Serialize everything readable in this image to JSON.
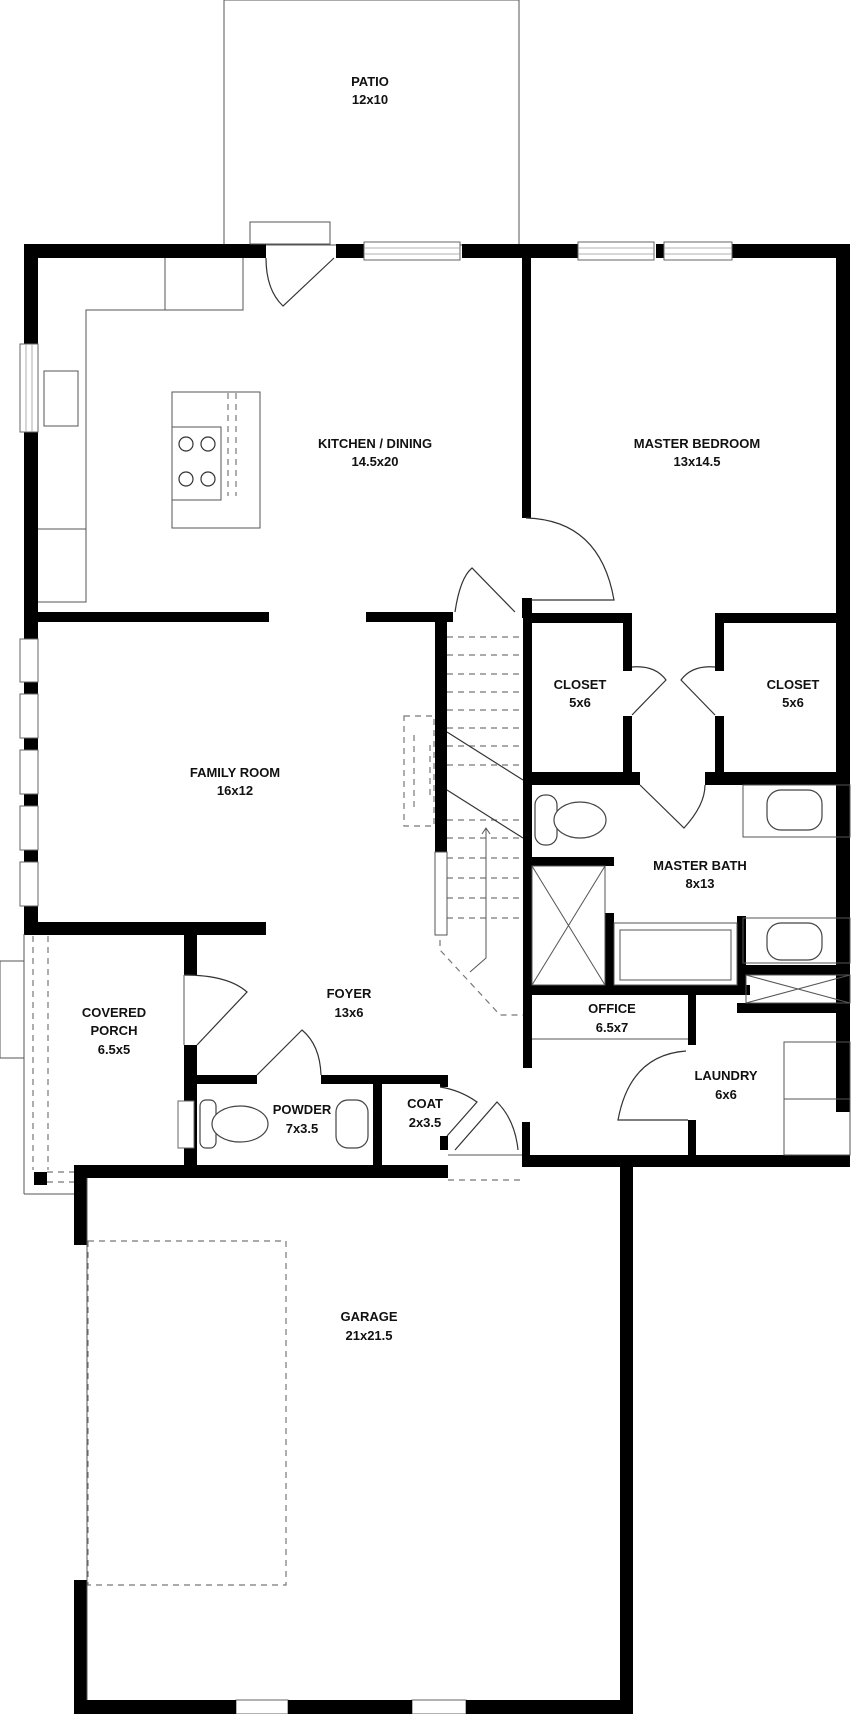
{
  "plan": {
    "rooms": {
      "patio": {
        "name": "PATIO",
        "size": "12x10"
      },
      "kitchen": {
        "name": "KITCHEN / DINING",
        "size": "14.5x20"
      },
      "master_bedroom": {
        "name": "MASTER BEDROOM",
        "size": "13x14.5"
      },
      "family_room": {
        "name": "FAMILY ROOM",
        "size": "16x12"
      },
      "closet_left": {
        "name": "CLOSET",
        "size": "5x6"
      },
      "closet_right": {
        "name": "CLOSET",
        "size": "5x6"
      },
      "master_bath": {
        "name": "MASTER BATH",
        "size": "8x13"
      },
      "covered_porch": {
        "name_line1": "COVERED",
        "name_line2": "PORCH",
        "size": "6.5x5"
      },
      "foyer": {
        "name": "FOYER",
        "size": "13x6"
      },
      "office": {
        "name": "OFFICE",
        "size": "6.5x7"
      },
      "laundry": {
        "name": "LAUNDRY",
        "size": "6x6"
      },
      "powder": {
        "name": "POWDER",
        "size": "7x3.5"
      },
      "coat": {
        "name": "COAT",
        "size": "2x3.5"
      },
      "garage": {
        "name": "GARAGE",
        "size": "21x21.5"
      }
    }
  }
}
